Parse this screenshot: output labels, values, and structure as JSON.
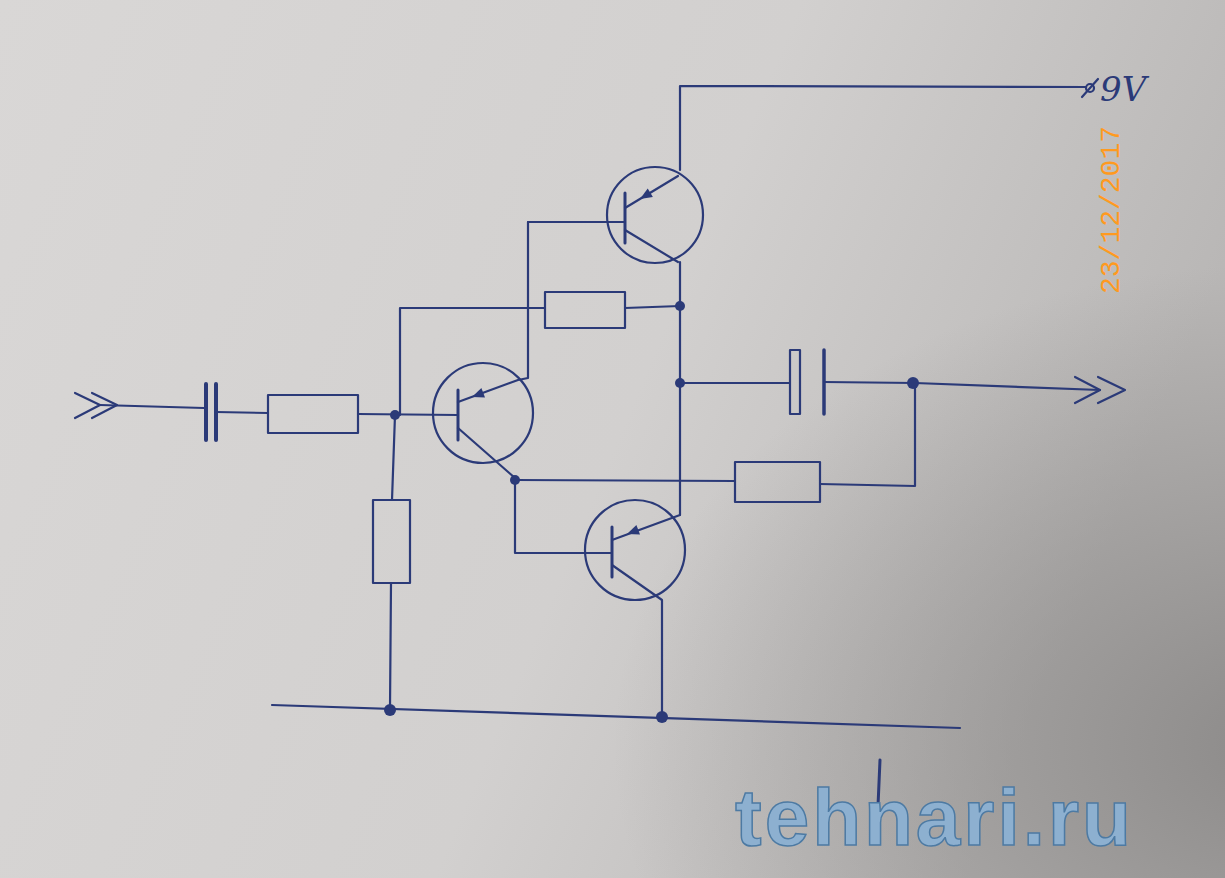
{
  "diagram": {
    "labels": [
      "9V",
      "23/12/2017",
      "tehnari.ru"
    ]
  }
}
